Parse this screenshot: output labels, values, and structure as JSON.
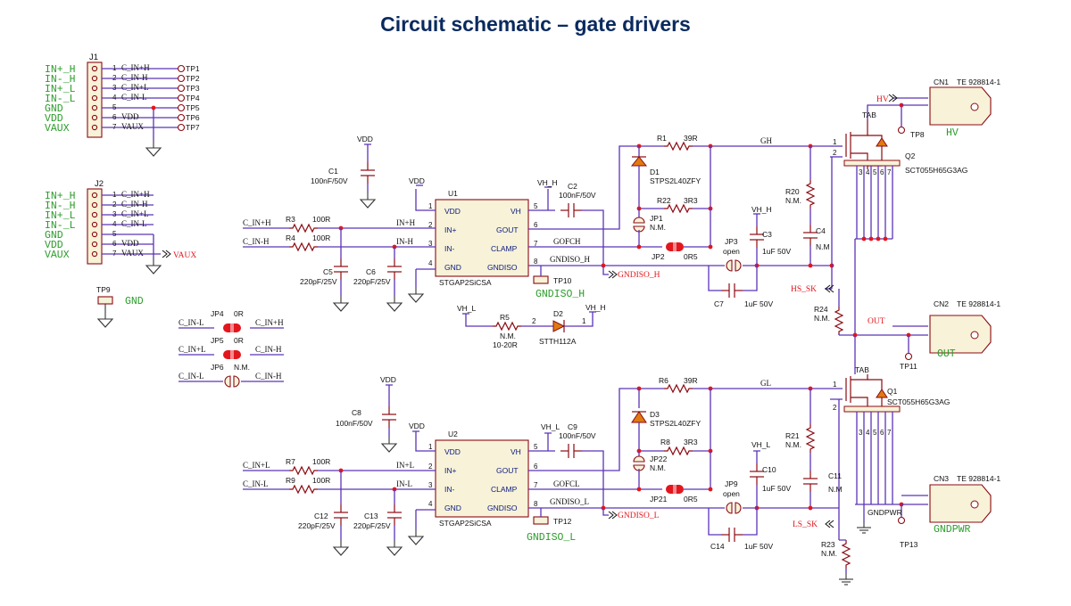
{
  "title": "Circuit schematic – gate drivers",
  "green_labels": {
    "j1": [
      "IN+_H",
      "IN-_H",
      "IN+_L",
      "IN-_L",
      "GND",
      "VDD",
      "VAUX"
    ],
    "j2": [
      "IN+_H",
      "IN-_H",
      "IN+_L",
      "IN-_L",
      "GND",
      "VDD",
      "VAUX"
    ],
    "gnd": "GND",
    "gndiso_h": "GNDISO_H",
    "gndiso_l": "GNDISO_L",
    "hv": "HV",
    "out": "OUT",
    "gndpwr": "GNDPWR"
  },
  "connectors": {
    "j1": {
      "ref": "J1",
      "pins": [
        "1",
        "2",
        "3",
        "4",
        "5",
        "6",
        "7"
      ],
      "nets": [
        "C_IN+H",
        "C_IN-H",
        "C_IN+L",
        "C_IN-L",
        "",
        "VDD",
        "VAUX"
      ]
    },
    "j2": {
      "ref": "J2",
      "pins": [
        "1",
        "2",
        "3",
        "4",
        "5",
        "6",
        "7"
      ],
      "nets": [
        "C_IN+H",
        "C_IN-H",
        "C_IN+L",
        "C_IN-L",
        "",
        "VDD",
        "VAUX"
      ]
    },
    "cn1": {
      "ref": "CN1",
      "part": "TE 928814-1"
    },
    "cn2": {
      "ref": "CN2",
      "part": "TE 928814-1"
    },
    "cn3": {
      "ref": "CN3",
      "part": "TE 928814-1"
    }
  },
  "testpoints": [
    "TP1",
    "TP2",
    "TP3",
    "TP4",
    "TP5",
    "TP6",
    "TP7",
    "TP8",
    "TP9",
    "TP10",
    "TP11",
    "TP12",
    "TP13"
  ],
  "jumpers": {
    "jp4": {
      "ref": "JP4",
      "value": "0R",
      "left": "C_IN-L",
      "right": "C_IN+H"
    },
    "jp5": {
      "ref": "JP5",
      "value": "0R",
      "left": "C_IN+L",
      "right": "C_IN-H"
    },
    "jp6": {
      "ref": "JP6",
      "value": "N.M.",
      "left": "C_IN-L",
      "right": "C_IN-H"
    }
  },
  "high_side": {
    "vdd": "VDD",
    "c1": {
      "ref": "C1",
      "value": "100nF/50V"
    },
    "in_h_p": "C_IN+H",
    "in_h_n": "C_IN-H",
    "r3": {
      "ref": "R3",
      "value": "100R"
    },
    "r4": {
      "ref": "R4",
      "value": "100R"
    },
    "c5": {
      "ref": "C5",
      "value": "220pF/25V"
    },
    "c6": {
      "ref": "C6",
      "value": "220pF/25V"
    },
    "net_inp": "IN+H",
    "net_inn": "IN-H",
    "u1": {
      "ref": "U1",
      "part": "STGAP2SiCSA",
      "pins_left": [
        "VDD",
        "IN+",
        "IN-",
        "GND"
      ],
      "pins_right": [
        "VH",
        "GOUT",
        "CLAMP",
        "GNDISO"
      ],
      "num_left": [
        "1",
        "2",
        "3",
        "4"
      ],
      "num_right": [
        "5",
        "6",
        "7",
        "8"
      ]
    },
    "vh": "VH_H",
    "c2": {
      "ref": "C2",
      "value": "100nF/50V"
    },
    "gofch": "GOFCH",
    "gndiso": "GNDISO_H",
    "tp10": "TP10",
    "r1": {
      "ref": "R1",
      "value": "39R"
    },
    "d1": {
      "ref": "D1",
      "part": "STPS2L40ZFY"
    },
    "r22": {
      "ref": "R22",
      "value": "3R3"
    },
    "jp1": {
      "ref": "JP1",
      "value": "N.M."
    },
    "jp2": {
      "ref": "JP2",
      "value": "0R5"
    },
    "jp3": {
      "ref": "JP3",
      "value": "open"
    },
    "c3": {
      "ref": "C3",
      "value": "1uF 50V"
    },
    "c7": {
      "ref": "C7",
      "value": "1uF 50V"
    },
    "gh": "GH",
    "r20": {
      "ref": "R20",
      "value": "N.M."
    },
    "c4": {
      "ref": "C4",
      "value": "N.M"
    },
    "q2": {
      "ref": "Q2",
      "part": "SCT055H65G3AG",
      "tab": "TAB",
      "pins": [
        "1",
        "2",
        "3",
        "4",
        "5",
        "6",
        "7"
      ]
    },
    "hs_sk": "HS_SK",
    "r24": {
      "ref": "R24",
      "value": "N.M."
    },
    "hv": "HV",
    "tp8": "TP8"
  },
  "bootstrap": {
    "vh_l": "VH_L",
    "vh_h": "VH_H",
    "r5": {
      "ref": "R5",
      "value": "N.M.",
      "alt": "10-20R"
    },
    "d2": {
      "ref": "D2",
      "part": "STTH112A"
    },
    "pins": [
      "2",
      "1"
    ]
  },
  "low_side": {
    "vdd": "VDD",
    "c8": {
      "ref": "C8",
      "value": "100nF/50V"
    },
    "in_l_p": "C_IN+L",
    "in_l_n": "C_IN-L",
    "r7": {
      "ref": "R7",
      "value": "100R"
    },
    "r9": {
      "ref": "R9",
      "value": "100R"
    },
    "c12": {
      "ref": "C12",
      "value": "220pF/25V"
    },
    "c13": {
      "ref": "C13",
      "value": "220pF/25V"
    },
    "net_inp": "IN+L",
    "net_inn": "IN-L",
    "u2": {
      "ref": "U2",
      "part": "STGAP2SiCSA"
    },
    "vh": "VH_L",
    "c9": {
      "ref": "C9",
      "value": "100nF/50V"
    },
    "gofcl": "GOFCL",
    "gndiso": "GNDISO_L",
    "tp12": "TP12",
    "r6": {
      "ref": "R6",
      "value": "39R"
    },
    "d3": {
      "ref": "D3",
      "part": "STPS2L40ZFY"
    },
    "r8": {
      "ref": "R8",
      "value": "3R3"
    },
    "jp22": {
      "ref": "JP22",
      "value": "N.M."
    },
    "jp21": {
      "ref": "JP21",
      "value": "0R5"
    },
    "jp9": {
      "ref": "JP9",
      "value": "open"
    },
    "c10": {
      "ref": "C10",
      "value": "1uF 50V"
    },
    "c14": {
      "ref": "C14",
      "value": "1uF 50V"
    },
    "gl": "GL",
    "r21": {
      "ref": "R21",
      "value": "N.M."
    },
    "c11": {
      "ref": "C11",
      "value": "N.M"
    },
    "q1": {
      "ref": "Q1",
      "part": "SCT055H65G3AG",
      "tab": "TAB"
    },
    "ls_sk": "LS_SK",
    "r23": {
      "ref": "R23",
      "value": "N.M."
    },
    "gndpwr": "GNDPWR",
    "out": "OUT",
    "tp11": "TP11",
    "tp13": "TP13"
  },
  "vaux_label": "VAUX"
}
